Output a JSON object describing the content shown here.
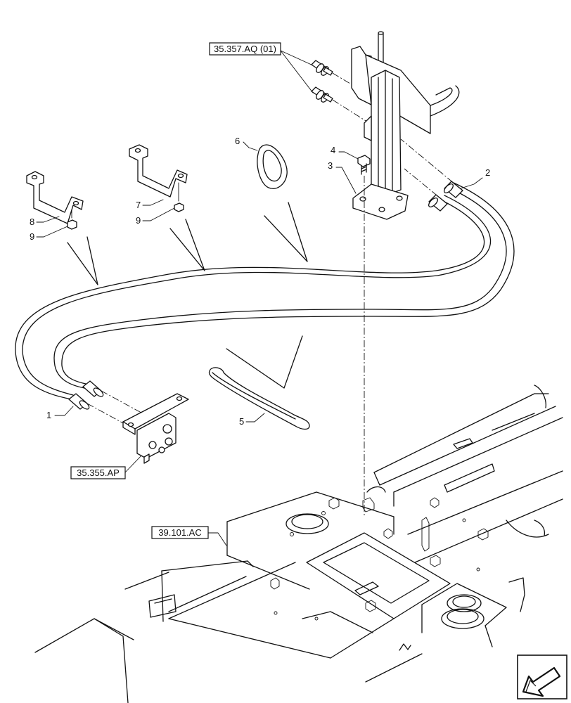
{
  "references": {
    "quick_coupler_ref": "35.357.AQ (01)",
    "control_valve_ref": "35.355.AP",
    "frame_ref": "39.101.AC"
  },
  "callouts": {
    "hose_1": "1",
    "hose_2": "2",
    "stand_bracket_3": "3",
    "bolt_4": "4",
    "clip_5": "5",
    "grommet_6": "6",
    "bracket_7": "7",
    "bracket_8": "8",
    "bolt_9a": "9",
    "bolt_9b": "9"
  },
  "icons": {
    "direction_arrow": "front-direction-arrow-icon"
  }
}
